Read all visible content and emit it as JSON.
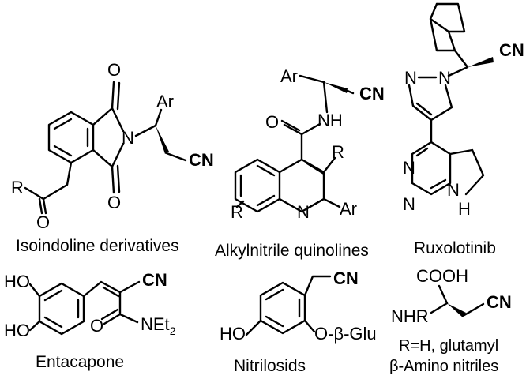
{
  "captions": {
    "isoindoline": "Isoindoline derivatives",
    "quinolines": "Alkylnitrile quinolines",
    "ruxolitinib": "Ruxolotinib",
    "entacapone": "Entacapone",
    "nitrilosids": "Nitrilosids",
    "r_definition": "R=H, glutamyl",
    "beta_amino": "β-Amino nitriles"
  },
  "atoms": {
    "O": "O",
    "N": "N",
    "NH": "NH",
    "H": "H",
    "R": "R",
    "Ar": "Ar",
    "CN": "CN",
    "HO": "HO",
    "COOH": "COOH",
    "NHR": "NHR",
    "NEt": "NEt",
    "NEt_sub": "2",
    "O_beta_Glu": "O-β-Glu"
  }
}
